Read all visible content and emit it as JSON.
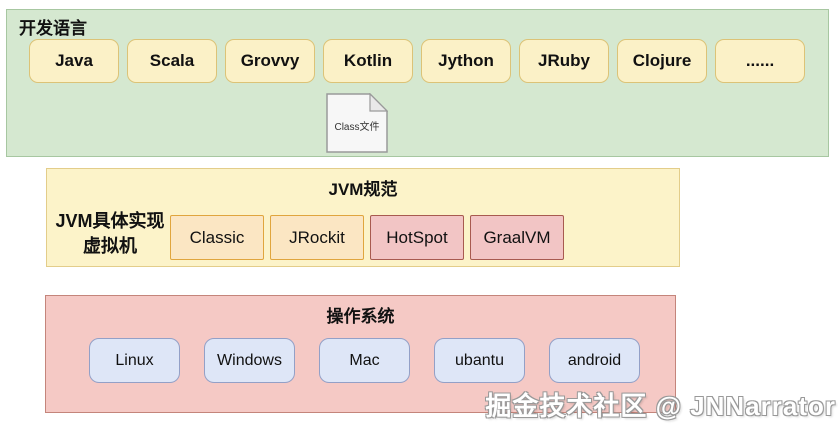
{
  "colors": {
    "green_bg": "#d5e8d0",
    "green_border": "#a7c7a1",
    "lang_bg": "#fbf1c7",
    "lang_border": "#dcc377",
    "yellow_bg": "#fcf3c9",
    "yellow_border": "#e3cd8a",
    "impl_orange_bg": "#fbe6c3",
    "impl_orange_border": "#e0a53e",
    "impl_pink_bg": "#f2c5c5",
    "impl_pink_border": "#a85a50",
    "pink_bg": "#f5c9c5",
    "pink_border": "#c4857b",
    "os_bg": "#dee6f7",
    "os_border": "#93a0c7",
    "file_bg": "#f7f7f7",
    "file_border": "#9a9a9a",
    "text": "#111111",
    "watermark_fill": "#ffffff",
    "watermark_outline": "#999999"
  },
  "languages_section": {
    "title": "开发语言",
    "items": [
      "Java",
      "Scala",
      "Grovvy",
      "Kotlin",
      "Jython",
      "JRuby",
      "Clojure",
      "......"
    ]
  },
  "class_file": {
    "label": "Class文件"
  },
  "jvm_section": {
    "title": "JVM规范",
    "side_label_line1": "JVM具体实现",
    "side_label_line2": "虚拟机",
    "items": [
      "Classic",
      "JRockit",
      "HotSpot",
      "GraalVM"
    ]
  },
  "os_section": {
    "title": "操作系统",
    "items": [
      "Linux",
      "Windows",
      "Mac",
      "ubantu",
      "android"
    ]
  },
  "watermark": "掘金技术社区 @ JNNarrator"
}
